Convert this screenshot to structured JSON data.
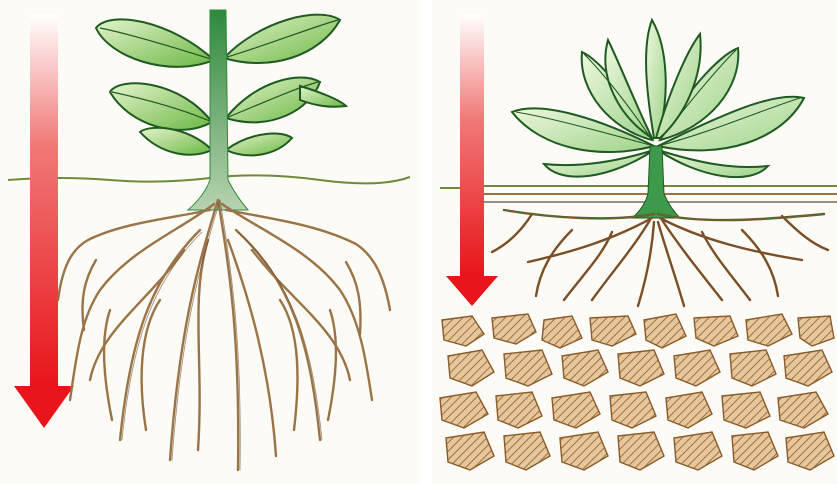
{
  "colors": {
    "arrow_top": "#ffffff",
    "arrow_bottom": "#e8151b",
    "leaf_light": "#dff0c4",
    "leaf_dark": "#5fae3a",
    "leaf_outline": "#1f5a22",
    "stem": "#2e8a3c",
    "root": "#9a7448",
    "root_dark": "#5a3a1c",
    "soil_line": "#6e8a3a",
    "rock_fill": "#d7b58a",
    "rock_hatch": "#8a5a2a",
    "background": "#fdfbf6"
  },
  "panels": [
    {
      "id": "deep-soil",
      "arrow": "long-downward-arrow",
      "root_depth": "deep"
    },
    {
      "id": "shallow-soil",
      "arrow": "short-downward-arrow",
      "root_depth": "shallow",
      "obstacle": "rocky-layer"
    }
  ]
}
